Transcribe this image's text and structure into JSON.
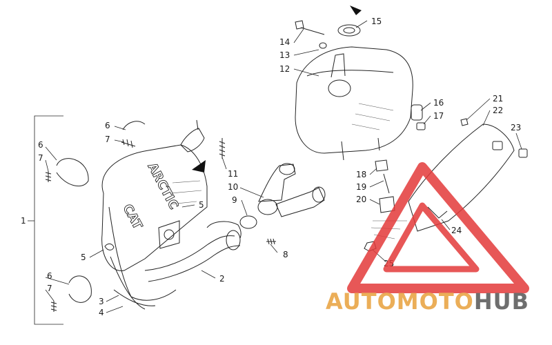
{
  "diagram": {
    "callouts": [
      "1",
      "2",
      "3",
      "4",
      "5",
      "5",
      "6",
      "7",
      "6",
      "7",
      "6",
      "7",
      "8",
      "9",
      "10",
      "11",
      "12",
      "13",
      "14",
      "15",
      "16",
      "17",
      "18",
      "19",
      "20",
      "21",
      "22",
      "23",
      "24",
      "25"
    ],
    "muffler_text": [
      "ARCTIC",
      "CAT"
    ]
  },
  "watermark": {
    "part1": "AUTO",
    "part2": "MOTO",
    "part3": "HUB",
    "color_primary": "#e8a03c",
    "color_secondary": "#555555",
    "triangle_color": "#e33a3a"
  }
}
